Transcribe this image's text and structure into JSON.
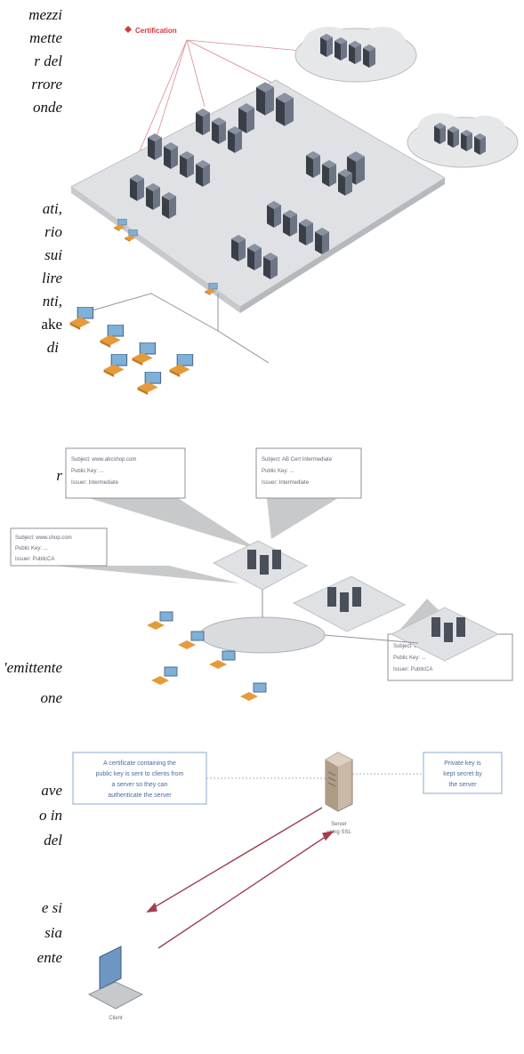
{
  "text_fragments": {
    "block1": [
      "mezzi",
      "mette",
      "r del",
      "rrore",
      "onde"
    ],
    "block2": [
      "ati,",
      "rio",
      "sui",
      "lire",
      "nti,",
      "ake",
      "di"
    ],
    "block3": [
      "r"
    ],
    "block4": [
      "'emittente",
      "one"
    ],
    "block5": [
      "ave",
      "o in",
      "del"
    ],
    "block6": [
      "e si",
      "sia",
      "ente"
    ]
  },
  "figure1": {
    "logo_label": "Certification"
  },
  "figure2": {
    "callouts": [
      [
        "Subject: www.abcshop.com",
        "Public Key: ...",
        "Issuer: Intermediate"
      ],
      [
        "Subject: AB Cert Intermediate",
        "Public Key: ...",
        "Issuer: Intermediate"
      ],
      [
        "Subject: www.shop.com",
        "Public Key: ...",
        "Issuer: PublicCA"
      ],
      [
        "Subject: www.shop.com",
        "Public Key: ...",
        "Issuer: PublicCA"
      ]
    ]
  },
  "figure3": {
    "left_note": [
      "A certificate containing the",
      "public key is sent to clients from",
      "a server so they can",
      "authenticate the server"
    ],
    "right_note": [
      "Private key is",
      "kept secret by",
      "the server"
    ],
    "server_label": [
      "Server",
      "using SSL"
    ],
    "client_label": "Client"
  },
  "colors": {
    "logo_red": "#d7363b",
    "building_dark": "#3a3f47",
    "platform": "#dfe1e4",
    "cloud": "#e6e7e9",
    "arrow": "#a04050",
    "note_border": "#9fb7d6"
  }
}
